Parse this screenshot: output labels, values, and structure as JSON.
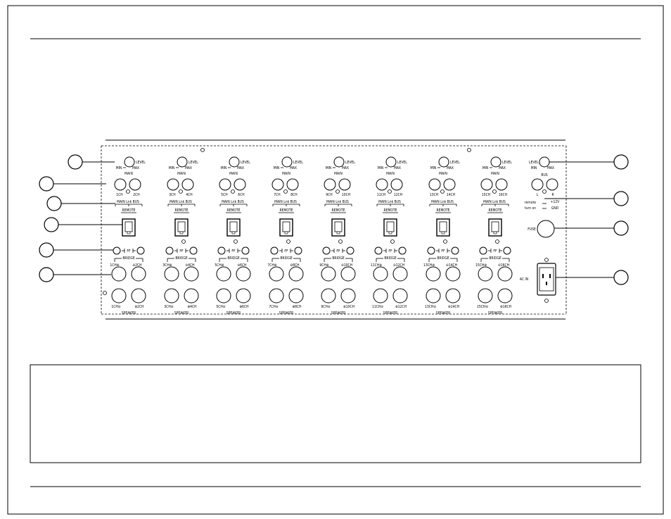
{
  "panel": {
    "channel_groups": [
      {
        "main": [
          "1CH",
          "2CH"
        ],
        "spk_top": [
          "1CH",
          "2CH"
        ],
        "spk_bot": [
          "1CH",
          "2CH"
        ]
      },
      {
        "main": [
          "3CH",
          "4CH"
        ],
        "spk_top": [
          "3CH",
          "4CH"
        ],
        "spk_bot": [
          "3CH",
          "4CH"
        ]
      },
      {
        "main": [
          "5CH",
          "6CH"
        ],
        "spk_top": [
          "5CH",
          "6CH"
        ],
        "spk_bot": [
          "5CH",
          "6CH"
        ]
      },
      {
        "main": [
          "7CH",
          "8CH"
        ],
        "spk_top": [
          "7CH",
          "8CH"
        ],
        "spk_bot": [
          "7CH",
          "8CH"
        ]
      },
      {
        "main": [
          "9CH",
          "10CH"
        ],
        "spk_top": [
          "9CH",
          "10CH"
        ],
        "spk_bot": [
          "9CH",
          "10CH"
        ]
      },
      {
        "main": [
          "11CH",
          "12CH"
        ],
        "spk_top": [
          "11CH",
          "12CH"
        ],
        "spk_bot": [
          "11CH",
          "12CH"
        ]
      },
      {
        "main": [
          "13CH",
          "14CH"
        ],
        "spk_top": [
          "13CH",
          "14CH"
        ],
        "spk_bot": [
          "13CH",
          "14CH"
        ]
      },
      {
        "main": [
          "15CH",
          "16CH"
        ],
        "spk_top": [
          "15CH",
          "16CH"
        ],
        "spk_bot": [
          "15CH",
          "16CH"
        ]
      }
    ],
    "labels": {
      "level": "LEVEL",
      "min": "MIN",
      "max": "MAX",
      "main": "MAIN",
      "main_link_bus": "MAIN Lnk BUS",
      "remote": "REMOTE",
      "ff": "FF",
      "bridge": "BRIDGE",
      "speaker": "SPEAKER",
      "bus": "BUS",
      "left": "L",
      "right": "R",
      "remote_turn_on": "remote turn on",
      "plus12v": "+12V",
      "gnd": "GND",
      "fuse": "FUSE",
      "ac_in": "AC IN"
    }
  }
}
